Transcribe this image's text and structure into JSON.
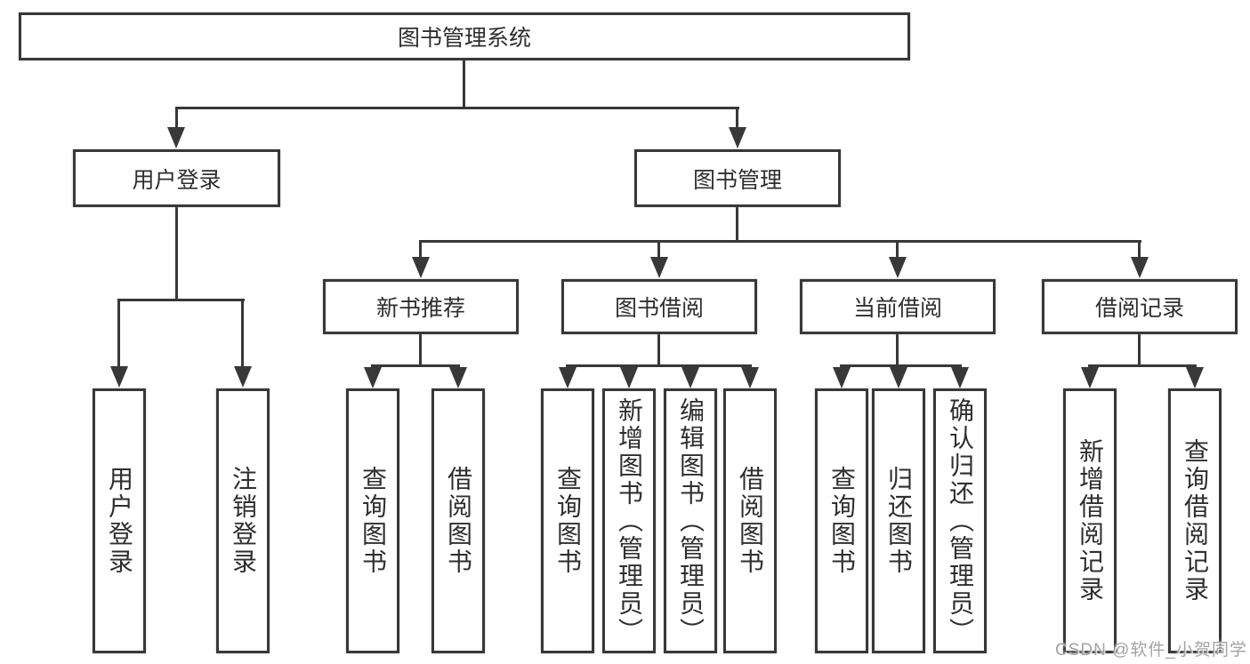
{
  "diagram": {
    "root": "图书管理系统",
    "level2": [
      "用户登录",
      "图书管理"
    ],
    "level3": [
      "新书推荐",
      "图书借阅",
      "当前借阅",
      "借阅记录"
    ],
    "leaves": [
      [
        "用户登录",
        "注销登录"
      ],
      [
        "查询图书",
        "借阅图书"
      ],
      [
        "查询图书",
        "新增图书（管理员）",
        "编辑图书（管理员）",
        "借阅图书"
      ],
      [
        "查询图书",
        "归还图书",
        "确认归还（管理员）"
      ],
      [
        "新增借阅记录",
        "查询借阅记录"
      ]
    ]
  },
  "watermark": "CSDN @软件_小贺同学",
  "colors": {
    "line": "#383838",
    "text": "#2e2e2e",
    "background": "#ffffff",
    "watermark": "#a3a3a3"
  }
}
